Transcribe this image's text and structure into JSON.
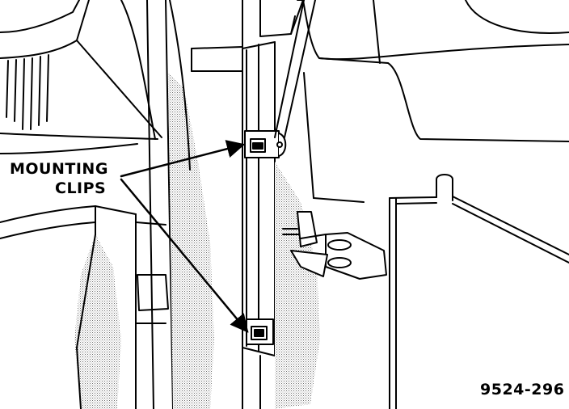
{
  "callout": {
    "line1": "MOUNTING",
    "line2": "CLIPS"
  },
  "figure_id": "9524-296",
  "colors": {
    "ink": "#000000",
    "paper": "#ffffff",
    "shade": "#8a8a8a"
  }
}
